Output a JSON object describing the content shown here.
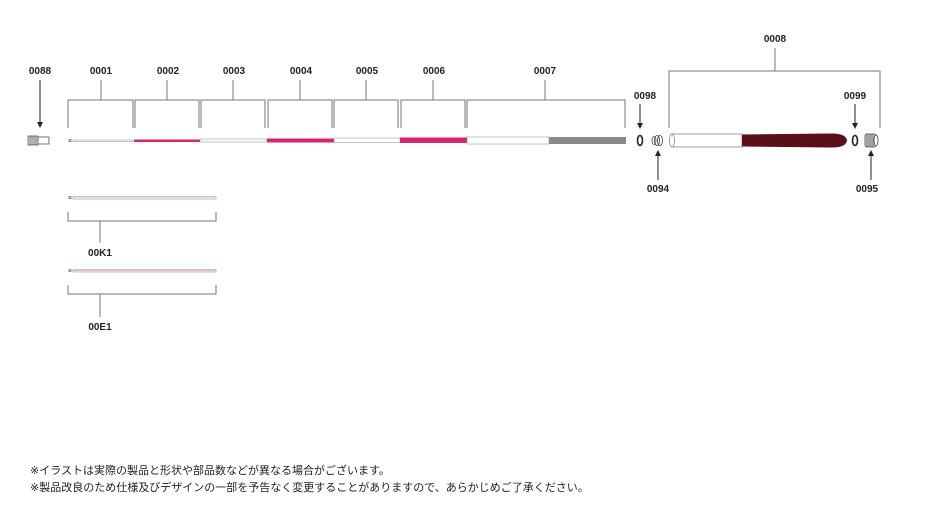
{
  "colors": {
    "line": "#777777",
    "pink": "#d6246e",
    "grip": "#5a1018",
    "grey": "#8a8a8a",
    "ring": "#222222"
  },
  "parts": {
    "p0088": "0088",
    "p0001": "0001",
    "p0002": "0002",
    "p0003": "0003",
    "p0004": "0004",
    "p0005": "0005",
    "p0006": "0006",
    "p0007": "0007",
    "p0098": "0098",
    "p0094": "0094",
    "p0008": "0008",
    "p0099": "0099",
    "p0095": "0095",
    "p00K1": "00K1",
    "p00E1": "00E1"
  },
  "notes": [
    "※イラストは実際の製品と形状や部品数などが異なる場合がございます。",
    "※製品改良のため仕様及びデザインの一部を予告なく変更することがありますので、あらかじめご了承ください。"
  ]
}
